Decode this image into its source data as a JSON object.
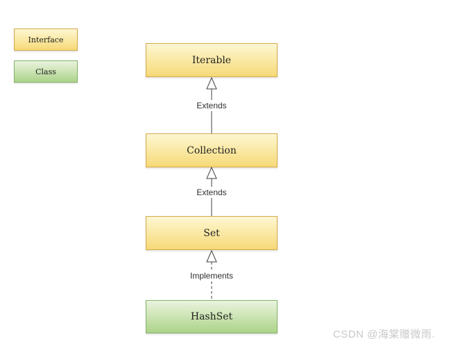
{
  "page": {
    "background": "#ffffff",
    "watermark": "CSDN @海棠赠微雨."
  },
  "legend": {
    "items": [
      {
        "label": "Interface",
        "type": "interface"
      },
      {
        "label": "Class",
        "type": "class"
      }
    ]
  },
  "diagram": {
    "type": "uml-inheritance",
    "nodes": [
      {
        "label": "Iterable",
        "type": "interface"
      },
      {
        "label": "Collection",
        "type": "interface"
      },
      {
        "label": "Set",
        "type": "interface"
      },
      {
        "label": "HashSet",
        "type": "class"
      }
    ],
    "edges": [
      {
        "label": "Extends",
        "from": "Collection",
        "to": "Iterable",
        "line": "solid",
        "arrowhead": "hollow-triangle"
      },
      {
        "label": "Extends",
        "from": "Set",
        "to": "Collection",
        "line": "solid",
        "arrowhead": "hollow-triangle"
      },
      {
        "label": "Implements",
        "from": "HashSet",
        "to": "Set",
        "line": "dashed",
        "arrowhead": "hollow-triangle"
      }
    ]
  },
  "colors": {
    "interface_fill_top": "#fdf6d2",
    "interface_fill_bottom": "#f6d977",
    "interface_border": "#d4a94b",
    "class_fill_top": "#e9f3de",
    "class_fill_bottom": "#abd389",
    "class_border": "#85b268",
    "line": "#404040",
    "watermark_text": "#c8c8c8"
  }
}
